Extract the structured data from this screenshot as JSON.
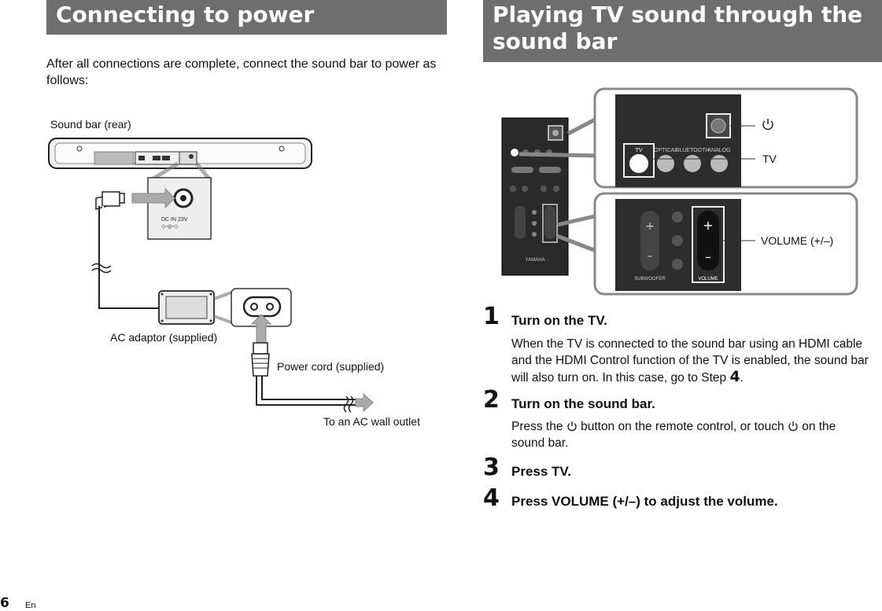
{
  "left": {
    "title": "Connecting to power",
    "intro": "After all connections are complete, connect the sound bar to power as follows:",
    "labels": {
      "sound_bar_rear": "Sound bar (rear)",
      "ac_adaptor": "AC adaptor (supplied)",
      "power_cord": "Power cord (supplied)",
      "wall_outlet": "To an AC wall outlet",
      "dc_in": "DC IN 23V"
    }
  },
  "right": {
    "title": "Playing TV sound through the sound bar",
    "title_line1": "Playing TV sound through the",
    "title_line2": "sound bar",
    "callouts": {
      "tv": "TV",
      "volume": "VOLUME (+/–)"
    },
    "remote_keys": {
      "tv": "TV",
      "optical": "OPTICAL",
      "bluetooth": "BLUETOOTH",
      "analog": "ANALOG",
      "subwoofer": "SUBWOOFER",
      "volume": "VOLUME",
      "brand": "YAMAHA"
    },
    "steps": [
      {
        "num": "1",
        "title": "Turn on the TV.",
        "body": "When the TV is connected to the sound bar using an HDMI cable and the HDMI Control function of the TV is enabled, the sound bar will also turn on. In this case, go to Step ",
        "body_ref": "4",
        "body_end": "."
      },
      {
        "num": "2",
        "title": "Turn on the sound bar.",
        "body_a": "Press the ",
        "body_b": " button on the remote control, or touch ",
        "body_c": " on the sound bar."
      },
      {
        "num": "3",
        "title": "Press TV."
      },
      {
        "num": "4",
        "title": "Press VOLUME (+/–) to adjust the volume."
      }
    ]
  },
  "footer": {
    "page": "6",
    "lang": "En"
  },
  "icons": [
    "power-icon",
    "arrow-right-icon",
    "arrow-up-icon"
  ]
}
